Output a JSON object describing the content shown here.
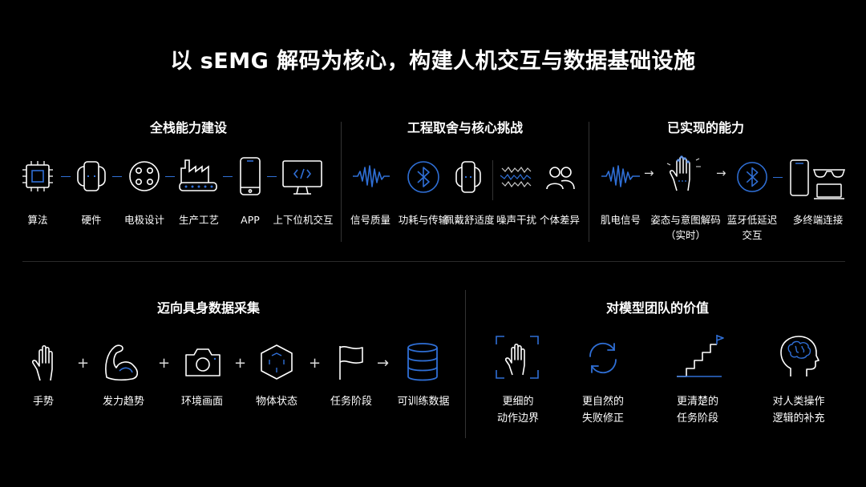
{
  "title": "以 sEMG 解码为核心，构建人机交互与数据基础设施",
  "sections": {
    "fullstack": {
      "title": "全栈能力建设",
      "items": [
        "算法",
        "硬件",
        "电极设计",
        "生产工艺",
        "APP",
        "上下位机交互"
      ]
    },
    "tradeoffs": {
      "title": "工程取舍与核心挑战",
      "items": [
        "信号质量",
        "功耗与传输",
        "佩戴舒适度",
        "噪声干扰",
        "个体差异"
      ]
    },
    "achieved": {
      "title": "已实现的能力",
      "items": [
        "肌电信号",
        "姿态与意图解码",
        "（实时）",
        "蓝牙低延迟",
        "交互",
        "多终端连接"
      ]
    },
    "embodied": {
      "title": "迈向具身数据采集",
      "items": [
        "手势",
        "发力趋势",
        "环境画面",
        "物体状态",
        "任务阶段",
        "可训练数据"
      ],
      "operators": [
        "+",
        "+",
        "+",
        "+",
        "→"
      ]
    },
    "value": {
      "title": "对模型团队的价值",
      "items": [
        [
          "更细的",
          "动作边界"
        ],
        [
          "更自然的",
          "失败修正"
        ],
        [
          "更清楚的",
          "任务阶段"
        ],
        [
          "对人类操作",
          "逻辑的补充"
        ]
      ]
    }
  },
  "colors": {
    "accent": "#2f6fd6",
    "text": "#ffffff",
    "background": "#000000"
  }
}
